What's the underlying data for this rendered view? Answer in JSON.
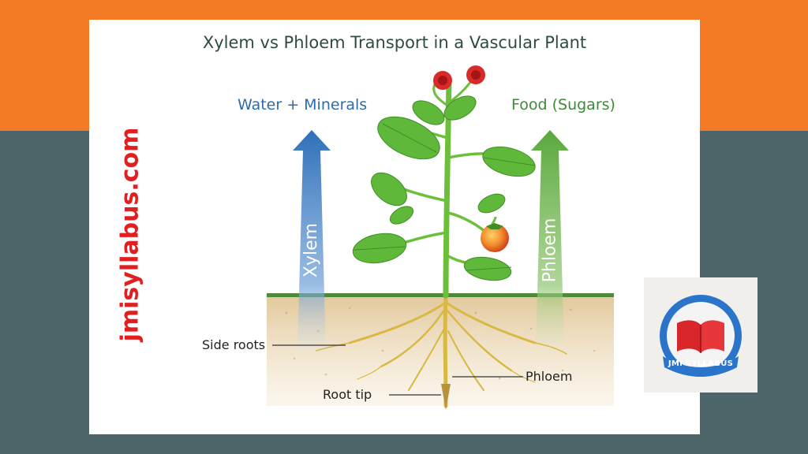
{
  "title": "Xylem vs Phloem Transport in a Vascular Plant",
  "left_label": "Water + Minerals",
  "right_label": "Food (Sugars)",
  "xylem_arrow_label": "Xylem",
  "phloem_arrow_label": "Phloem",
  "watermark": "jmisyllabus.com",
  "callouts": {
    "side_roots": "Side roots",
    "phloem": "Phloem",
    "root_tip": "Root tip"
  },
  "logo_text": "JMI SYLLABUS",
  "colors": {
    "top_band": "#f47a26",
    "background": "#4d6468",
    "xylem_blue": "#2f6fb8",
    "phloem_green": "#5aa83c",
    "watermark_red": "#e02020"
  }
}
